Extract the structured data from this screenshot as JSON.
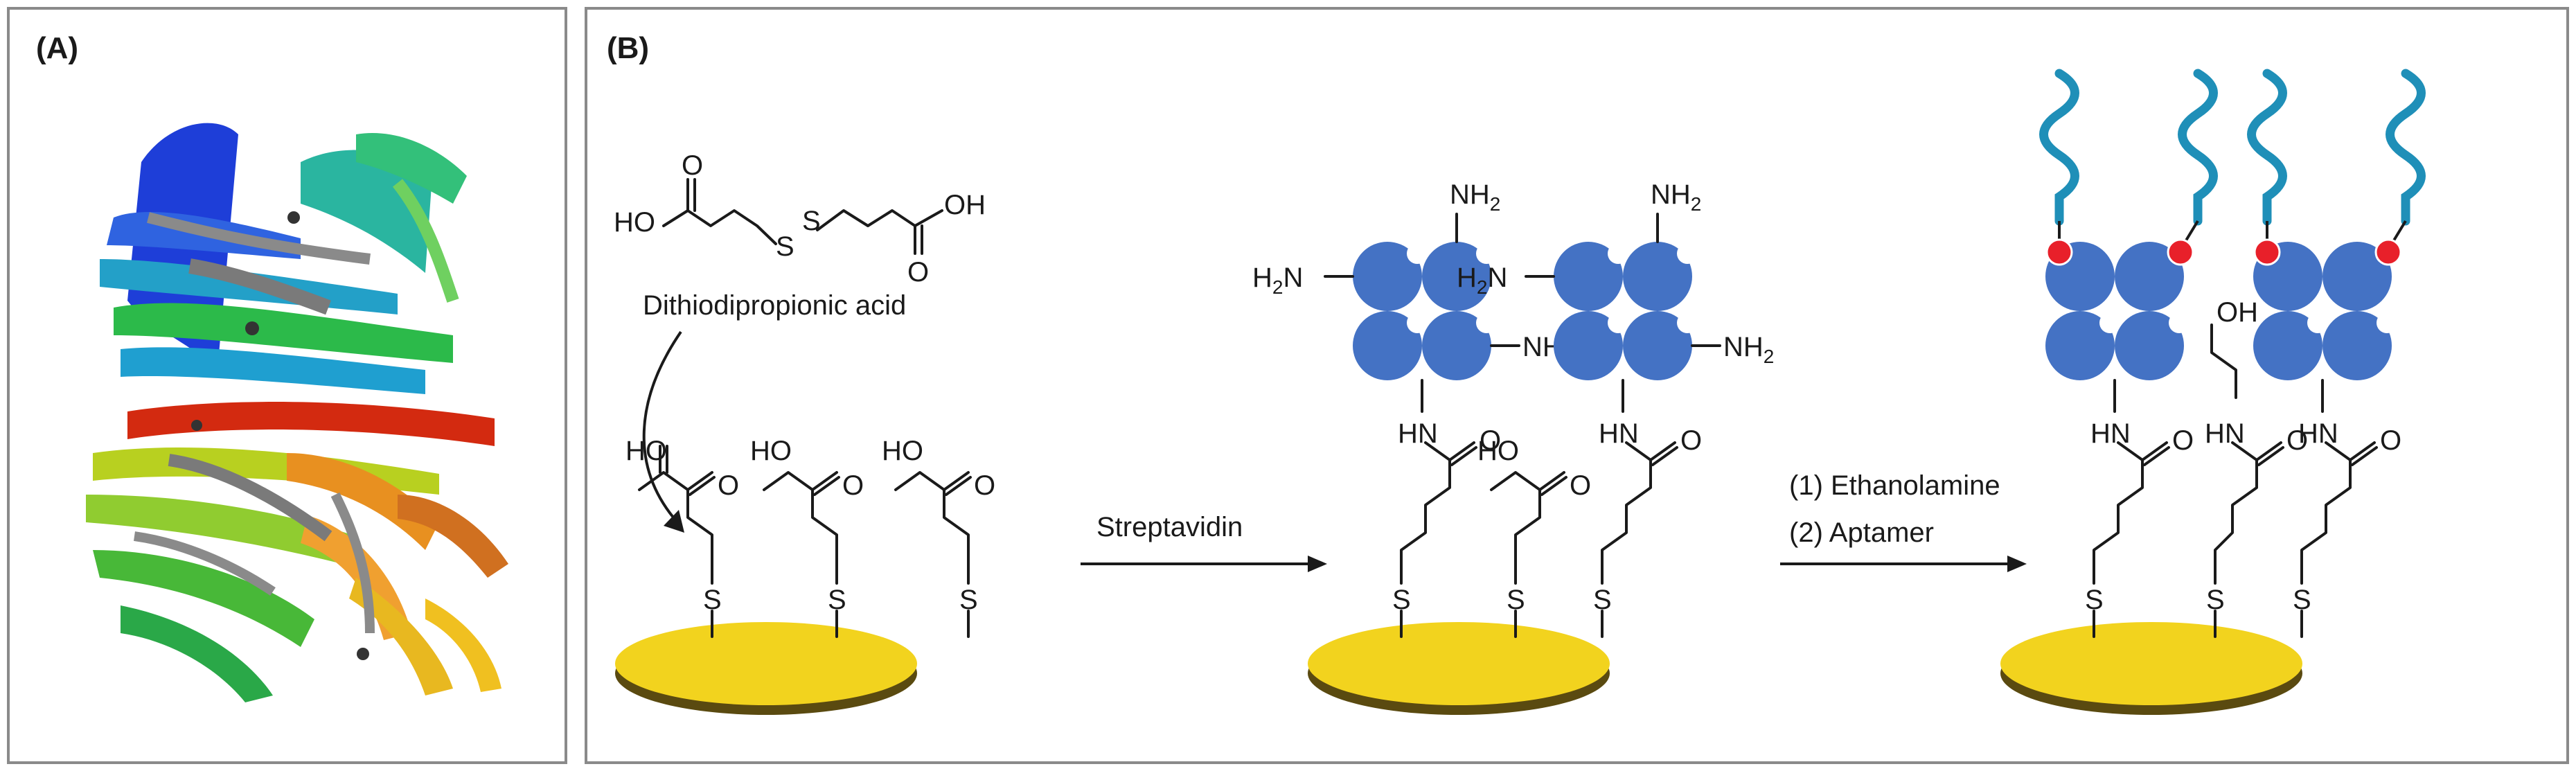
{
  "panel_a": {
    "label": "(A)"
  },
  "panel_b": {
    "label": "(B)",
    "reagent": "Dithiodipropionic acid",
    "step1_label": "Streptavidin",
    "step2_label_1": "(1) Ethanolamine",
    "step2_label_2": "(2) Aptamer",
    "atoms": {
      "ho": "HO",
      "oh": "OH",
      "o": "O",
      "s": "S",
      "hn": "HN",
      "h": "H",
      "n": "N",
      "nh": "NH",
      "two": "2"
    }
  },
  "colors": {
    "gold": "#f2d31e",
    "streptavidin": "#4472c4",
    "aptamer": "#1f8fb8",
    "biotin": "#e8202a"
  }
}
